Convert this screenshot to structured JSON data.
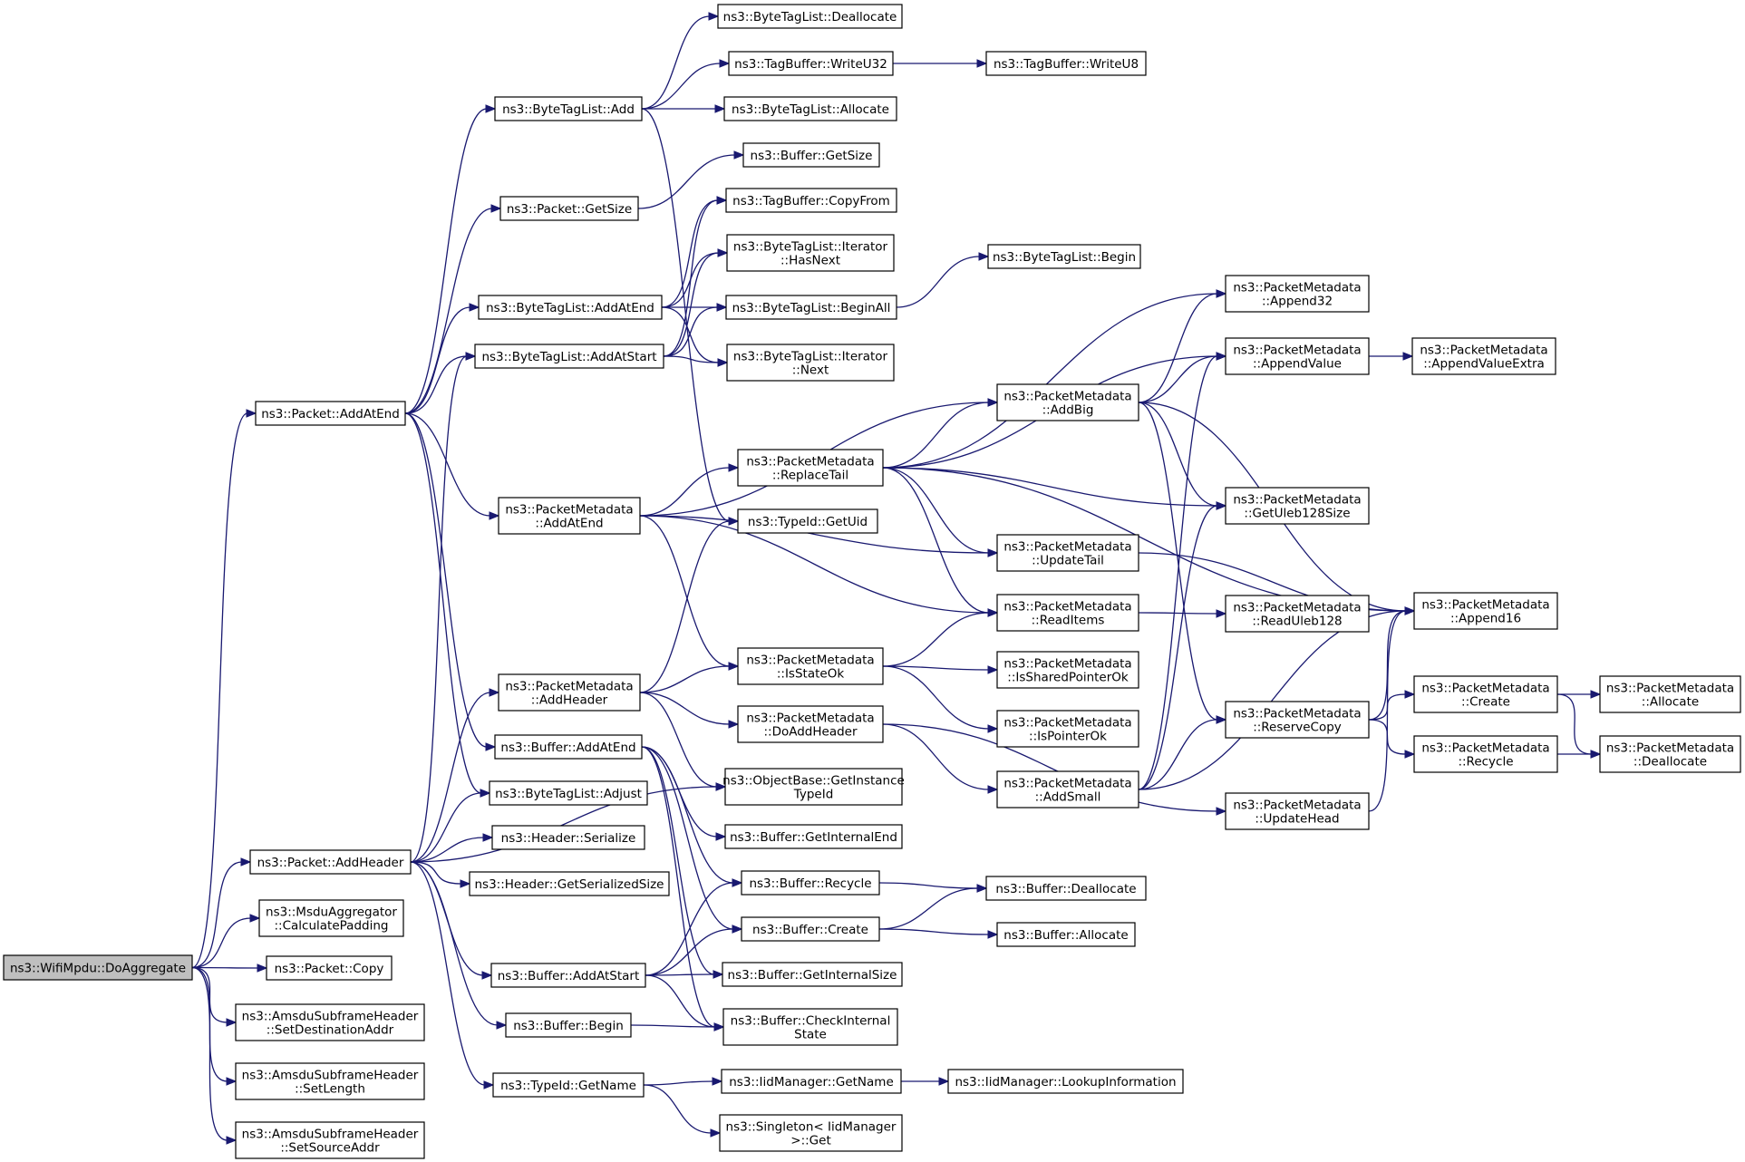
{
  "nodes": [
    {
      "id": "root",
      "lines": [
        "ns3::WifiMpdu::DoAggregate"
      ],
      "root": true
    },
    {
      "id": "pkt_addatend",
      "lines": [
        "ns3::Packet::AddAtEnd"
      ]
    },
    {
      "id": "pkt_addheader",
      "lines": [
        "ns3::Packet::AddHeader"
      ]
    },
    {
      "id": "msdu_calcpad",
      "lines": [
        "ns3::MsduAggregator",
        "::CalculatePadding"
      ]
    },
    {
      "id": "pkt_copy",
      "lines": [
        "ns3::Packet::Copy"
      ]
    },
    {
      "id": "amsdu_setdest",
      "lines": [
        "ns3::AmsduSubframeHeader",
        "::SetDestinationAddr"
      ]
    },
    {
      "id": "amsdu_setlen",
      "lines": [
        "ns3::AmsduSubframeHeader",
        "::SetLength"
      ]
    },
    {
      "id": "amsdu_setsrc",
      "lines": [
        "ns3::AmsduSubframeHeader",
        "::SetSourceAddr"
      ]
    },
    {
      "id": "btl_add",
      "lines": [
        "ns3::ByteTagList::Add"
      ]
    },
    {
      "id": "pkt_getsize",
      "lines": [
        "ns3::Packet::GetSize"
      ]
    },
    {
      "id": "btl_addatend",
      "lines": [
        "ns3::ByteTagList::AddAtEnd"
      ]
    },
    {
      "id": "btl_addatstart",
      "lines": [
        "ns3::ByteTagList::AddAtStart"
      ]
    },
    {
      "id": "pm_addatend",
      "lines": [
        "ns3::PacketMetadata",
        "::AddAtEnd"
      ]
    },
    {
      "id": "pm_addheader",
      "lines": [
        "ns3::PacketMetadata",
        "::AddHeader"
      ]
    },
    {
      "id": "buf_addatend",
      "lines": [
        "ns3::Buffer::AddAtEnd"
      ]
    },
    {
      "id": "btl_adjust",
      "lines": [
        "ns3::ByteTagList::Adjust"
      ]
    },
    {
      "id": "hdr_serialize",
      "lines": [
        "ns3::Header::Serialize"
      ]
    },
    {
      "id": "hdr_getsersize",
      "lines": [
        "ns3::Header::GetSerializedSize"
      ]
    },
    {
      "id": "buf_addatstart",
      "lines": [
        "ns3::Buffer::AddAtStart"
      ]
    },
    {
      "id": "buf_begin",
      "lines": [
        "ns3::Buffer::Begin"
      ]
    },
    {
      "id": "typeid_getname",
      "lines": [
        "ns3::TypeId::GetName"
      ]
    },
    {
      "id": "btl_dealloc",
      "lines": [
        "ns3::ByteTagList::Deallocate"
      ]
    },
    {
      "id": "tb_writeu32",
      "lines": [
        "ns3::TagBuffer::WriteU32"
      ]
    },
    {
      "id": "btl_alloc",
      "lines": [
        "ns3::ByteTagList::Allocate"
      ]
    },
    {
      "id": "buf_getsize",
      "lines": [
        "ns3::Buffer::GetSize"
      ]
    },
    {
      "id": "tb_copyfrom",
      "lines": [
        "ns3::TagBuffer::CopyFrom"
      ]
    },
    {
      "id": "btl_it_hasnext",
      "lines": [
        "ns3::ByteTagList::Iterator",
        "::HasNext"
      ]
    },
    {
      "id": "btl_beginall",
      "lines": [
        "ns3::ByteTagList::BeginAll"
      ]
    },
    {
      "id": "btl_it_next",
      "lines": [
        "ns3::ByteTagList::Iterator",
        "::Next"
      ]
    },
    {
      "id": "pm_replacetail",
      "lines": [
        "ns3::PacketMetadata",
        "::ReplaceTail"
      ]
    },
    {
      "id": "typeid_getuid",
      "lines": [
        "ns3::TypeId::GetUid"
      ]
    },
    {
      "id": "pm_isstateok",
      "lines": [
        "ns3::PacketMetadata",
        "::IsStateOk"
      ]
    },
    {
      "id": "pm_doaddheader",
      "lines": [
        "ns3::PacketMetadata",
        "::DoAddHeader"
      ]
    },
    {
      "id": "ob_getinsttypeid",
      "lines": [
        "ns3::ObjectBase::GetInstance",
        "TypeId"
      ]
    },
    {
      "id": "buf_getinternalend",
      "lines": [
        "ns3::Buffer::GetInternalEnd"
      ]
    },
    {
      "id": "buf_recycle",
      "lines": [
        "ns3::Buffer::Recycle"
      ]
    },
    {
      "id": "buf_create",
      "lines": [
        "ns3::Buffer::Create"
      ]
    },
    {
      "id": "buf_getinternalsize",
      "lines": [
        "ns3::Buffer::GetInternalSize"
      ]
    },
    {
      "id": "buf_checkinternal",
      "lines": [
        "ns3::Buffer::CheckInternal",
        "State"
      ]
    },
    {
      "id": "iid_getname",
      "lines": [
        "ns3::IidManager::GetName"
      ]
    },
    {
      "id": "singleton_get",
      "lines": [
        "ns3::Singleton< IidManager",
        ">::Get"
      ]
    },
    {
      "id": "tb_writeu8",
      "lines": [
        "ns3::TagBuffer::WriteU8"
      ]
    },
    {
      "id": "btl_begin",
      "lines": [
        "ns3::ByteTagList::Begin"
      ]
    },
    {
      "id": "pm_addbig",
      "lines": [
        "ns3::PacketMetadata",
        "::AddBig"
      ]
    },
    {
      "id": "pm_updatetail",
      "lines": [
        "ns3::PacketMetadata",
        "::UpdateTail"
      ]
    },
    {
      "id": "pm_readitems",
      "lines": [
        "ns3::PacketMetadata",
        "::ReadItems"
      ]
    },
    {
      "id": "pm_issharedptrok",
      "lines": [
        "ns3::PacketMetadata",
        "::IsSharedPointerOk"
      ]
    },
    {
      "id": "pm_isptrok",
      "lines": [
        "ns3::PacketMetadata",
        "::IsPointerOk"
      ]
    },
    {
      "id": "pm_addsmall",
      "lines": [
        "ns3::PacketMetadata",
        "::AddSmall"
      ]
    },
    {
      "id": "buf_dealloc",
      "lines": [
        "ns3::Buffer::Deallocate"
      ]
    },
    {
      "id": "buf_alloc",
      "lines": [
        "ns3::Buffer::Allocate"
      ]
    },
    {
      "id": "iid_lookupinfo",
      "lines": [
        "ns3::IidManager::LookupInformation"
      ]
    },
    {
      "id": "pm_append32",
      "lines": [
        "ns3::PacketMetadata",
        "::Append32"
      ]
    },
    {
      "id": "pm_appendvalue",
      "lines": [
        "ns3::PacketMetadata",
        "::AppendValue"
      ]
    },
    {
      "id": "pm_getuleb128size",
      "lines": [
        "ns3::PacketMetadata",
        "::GetUleb128Size"
      ]
    },
    {
      "id": "pm_readuleb128",
      "lines": [
        "ns3::PacketMetadata",
        "::ReadUleb128"
      ]
    },
    {
      "id": "pm_reservecopy",
      "lines": [
        "ns3::PacketMetadata",
        "::ReserveCopy"
      ]
    },
    {
      "id": "pm_updatehead",
      "lines": [
        "ns3::PacketMetadata",
        "::UpdateHead"
      ]
    },
    {
      "id": "pm_appendvalueextra",
      "lines": [
        "ns3::PacketMetadata",
        "::AppendValueExtra"
      ]
    },
    {
      "id": "pm_append16",
      "lines": [
        "ns3::PacketMetadata",
        "::Append16"
      ]
    },
    {
      "id": "pm_create",
      "lines": [
        "ns3::PacketMetadata",
        "::Create"
      ]
    },
    {
      "id": "pm_recycle",
      "lines": [
        "ns3::PacketMetadata",
        "::Recycle"
      ]
    },
    {
      "id": "pm_alloc",
      "lines": [
        "ns3::PacketMetadata",
        "::Allocate"
      ]
    },
    {
      "id": "pm_dealloc",
      "lines": [
        "ns3::PacketMetadata",
        "::Deallocate"
      ]
    }
  ],
  "edges": [
    [
      "root",
      "pkt_addatend"
    ],
    [
      "root",
      "pkt_addheader"
    ],
    [
      "root",
      "msdu_calcpad"
    ],
    [
      "root",
      "pkt_copy"
    ],
    [
      "root",
      "amsdu_setdest"
    ],
    [
      "root",
      "amsdu_setlen"
    ],
    [
      "root",
      "amsdu_setsrc"
    ],
    [
      "pkt_addatend",
      "btl_add"
    ],
    [
      "pkt_addatend",
      "pkt_getsize"
    ],
    [
      "pkt_addatend",
      "btl_addatend"
    ],
    [
      "pkt_addatend",
      "btl_addatstart"
    ],
    [
      "pkt_addatend",
      "pm_addatend"
    ],
    [
      "pkt_addatend",
      "buf_addatend"
    ],
    [
      "pkt_addatend",
      "btl_adjust"
    ],
    [
      "pkt_addheader",
      "btl_addatstart"
    ],
    [
      "pkt_addheader",
      "pm_addheader"
    ],
    [
      "pkt_addheader",
      "btl_adjust"
    ],
    [
      "pkt_addheader",
      "hdr_serialize"
    ],
    [
      "pkt_addheader",
      "hdr_getsersize"
    ],
    [
      "pkt_addheader",
      "buf_addatstart"
    ],
    [
      "pkt_addheader",
      "buf_begin"
    ],
    [
      "pkt_addheader",
      "typeid_getname"
    ],
    [
      "pkt_addheader",
      "ob_getinsttypeid"
    ],
    [
      "btl_add",
      "btl_dealloc"
    ],
    [
      "btl_add",
      "tb_writeu32"
    ],
    [
      "btl_add",
      "btl_alloc"
    ],
    [
      "btl_add",
      "typeid_getuid"
    ],
    [
      "tb_writeu32",
      "tb_writeu8"
    ],
    [
      "pkt_getsize",
      "buf_getsize"
    ],
    [
      "btl_addatend",
      "tb_copyfrom"
    ],
    [
      "btl_addatend",
      "btl_it_hasnext"
    ],
    [
      "btl_addatend",
      "btl_beginall"
    ],
    [
      "btl_addatend",
      "btl_it_next"
    ],
    [
      "btl_addatstart",
      "tb_copyfrom"
    ],
    [
      "btl_addatstart",
      "btl_it_hasnext"
    ],
    [
      "btl_addatstart",
      "btl_beginall"
    ],
    [
      "btl_addatstart",
      "btl_it_next"
    ],
    [
      "btl_beginall",
      "btl_begin"
    ],
    [
      "pm_addatend",
      "pm_addbig"
    ],
    [
      "pm_addatend",
      "pm_replacetail"
    ],
    [
      "pm_addatend",
      "pm_updatetail"
    ],
    [
      "pm_addatend",
      "pm_readitems"
    ],
    [
      "pm_addatend",
      "pm_isstateok"
    ],
    [
      "pm_replacetail",
      "pm_append32"
    ],
    [
      "pm_replacetail",
      "pm_appendvalue"
    ],
    [
      "pm_replacetail",
      "pm_addbig"
    ],
    [
      "pm_replacetail",
      "pm_getuleb128size"
    ],
    [
      "pm_replacetail",
      "pm_updatetail"
    ],
    [
      "pm_replacetail",
      "pm_readitems"
    ],
    [
      "pm_replacetail",
      "pm_append16"
    ],
    [
      "pm_addbig",
      "pm_append32"
    ],
    [
      "pm_addbig",
      "pm_appendvalue"
    ],
    [
      "pm_addbig",
      "pm_getuleb128size"
    ],
    [
      "pm_addbig",
      "pm_append16"
    ],
    [
      "pm_addbig",
      "pm_reservecopy"
    ],
    [
      "pm_appendvalue",
      "pm_appendvalueextra"
    ],
    [
      "pm_updatetail",
      "pm_append16"
    ],
    [
      "pm_readitems",
      "pm_readuleb128"
    ],
    [
      "pm_isstateok",
      "pm_readitems"
    ],
    [
      "pm_isstateok",
      "pm_issharedptrok"
    ],
    [
      "pm_isstateok",
      "pm_isptrok"
    ],
    [
      "pm_addheader",
      "typeid_getuid"
    ],
    [
      "pm_addheader",
      "pm_isstateok"
    ],
    [
      "pm_addheader",
      "pm_doaddheader"
    ],
    [
      "pm_addheader",
      "ob_getinsttypeid"
    ],
    [
      "pm_doaddheader",
      "pm_addsmall"
    ],
    [
      "pm_doaddheader",
      "pm_updatehead"
    ],
    [
      "pm_addsmall",
      "pm_appendvalue"
    ],
    [
      "pm_addsmall",
      "pm_getuleb128size"
    ],
    [
      "pm_addsmall",
      "pm_reservecopy"
    ],
    [
      "pm_addsmall",
      "pm_append16"
    ],
    [
      "pm_reservecopy",
      "pm_create"
    ],
    [
      "pm_reservecopy",
      "pm_recycle"
    ],
    [
      "pm_reservecopy",
      "pm_append16"
    ],
    [
      "pm_updatehead",
      "pm_append16"
    ],
    [
      "pm_create",
      "pm_alloc"
    ],
    [
      "pm_create",
      "pm_dealloc"
    ],
    [
      "pm_recycle",
      "pm_dealloc"
    ],
    [
      "buf_addatend",
      "buf_getinternalend"
    ],
    [
      "buf_addatend",
      "buf_recycle"
    ],
    [
      "buf_addatend",
      "buf_create"
    ],
    [
      "buf_addatend",
      "buf_getinternalsize"
    ],
    [
      "buf_addatend",
      "buf_checkinternal"
    ],
    [
      "buf_addatstart",
      "buf_recycle"
    ],
    [
      "buf_addatstart",
      "buf_create"
    ],
    [
      "buf_addatstart",
      "buf_getinternalsize"
    ],
    [
      "buf_addatstart",
      "buf_checkinternal"
    ],
    [
      "buf_begin",
      "buf_checkinternal"
    ],
    [
      "buf_recycle",
      "buf_dealloc"
    ],
    [
      "buf_create",
      "buf_dealloc"
    ],
    [
      "buf_create",
      "buf_alloc"
    ],
    [
      "typeid_getname",
      "iid_getname"
    ],
    [
      "typeid_getname",
      "singleton_get"
    ],
    [
      "iid_getname",
      "iid_lookupinfo"
    ]
  ]
}
